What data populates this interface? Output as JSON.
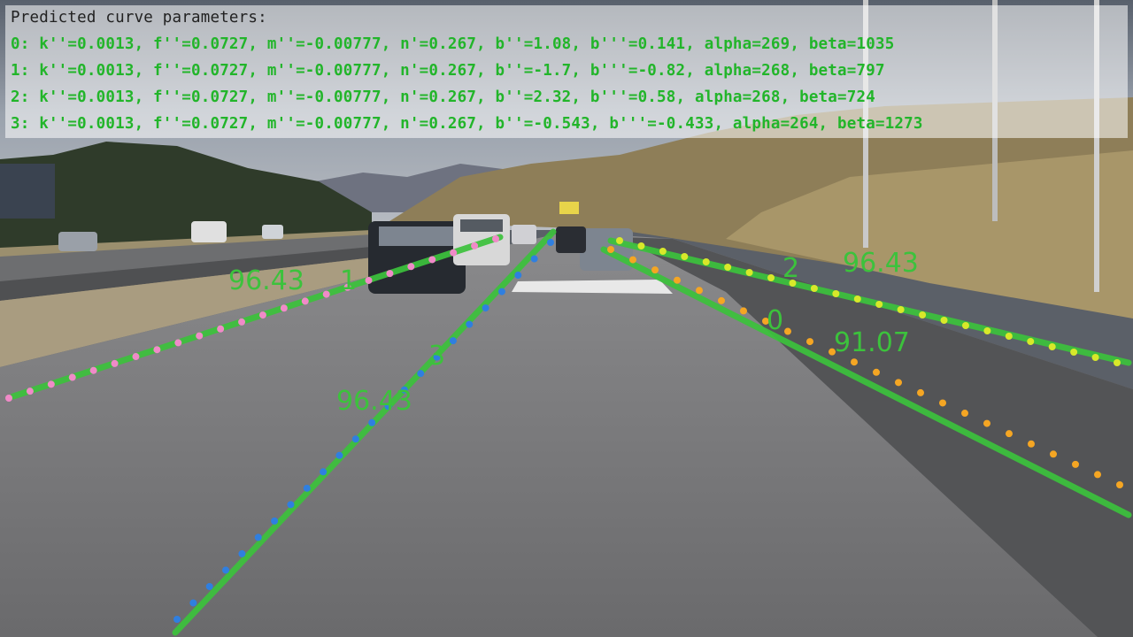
{
  "overlay": {
    "title": "Predicted curve parameters:",
    "lines": [
      "0: k''=0.0013, f''=0.0727, m''=-0.00777, n'=0.267, b''=1.08, b'''=0.141, alpha=269, beta=1035",
      "1: k''=0.0013, f''=0.0727, m''=-0.00777, n'=0.267, b''=-1.7, b'''=-0.82, alpha=268, beta=797",
      "2: k''=0.0013, f''=0.0727, m''=-0.00777, n'=0.267, b''=2.32, b'''=0.58, alpha=268, beta=724",
      "3: k''=0.0013, f''=0.0727, m''=-0.00777, n'=0.267, b''=-0.543, b'''=-0.433, alpha=264, beta=1273"
    ]
  },
  "lanes": [
    {
      "id": "0",
      "score": "91.07",
      "dot_color": "#f5a623"
    },
    {
      "id": "1",
      "score": "96.43",
      "dot_color": "#f08ac8"
    },
    {
      "id": "2",
      "score": "96.43",
      "dot_color": "#d8e82a"
    },
    {
      "id": "3",
      "score": "96.43",
      "dot_color": "#2f7fe0"
    }
  ],
  "colors": {
    "lane_line": "#3cc23c",
    "label": "#3cc23c",
    "sky": "#8a93a0",
    "road": "#6d6d6f",
    "hills": "#8b7a52"
  }
}
